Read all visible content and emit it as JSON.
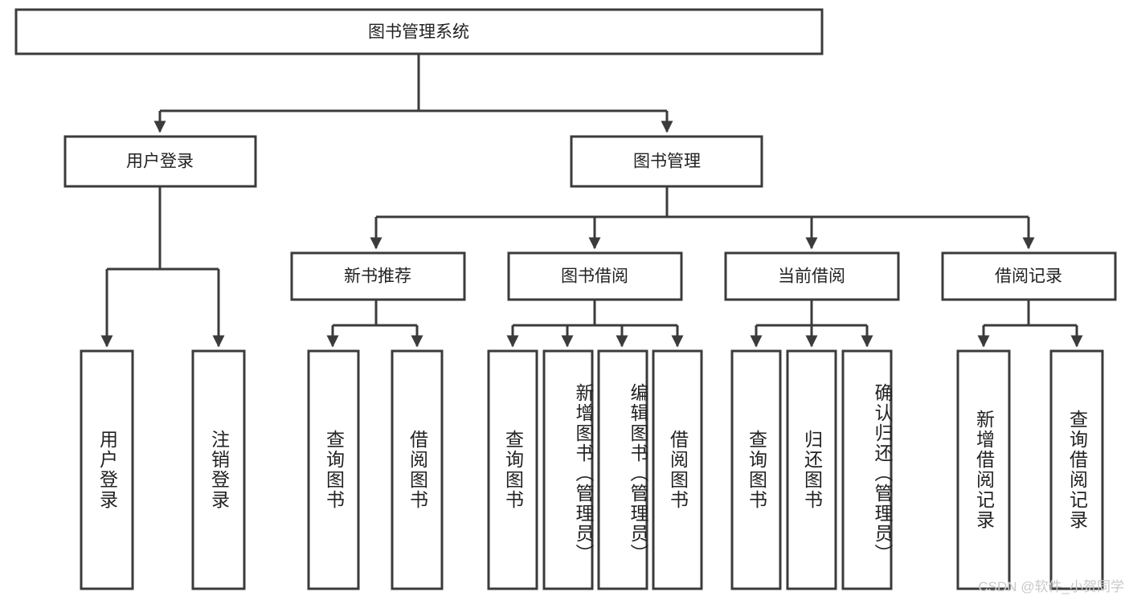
{
  "diagram": {
    "title": "图书管理系统",
    "type": "tree",
    "root": {
      "label": "图书管理系统"
    },
    "level2": [
      {
        "label": "用户登录"
      },
      {
        "label": "图书管理"
      }
    ],
    "level3": [
      {
        "label": "新书推荐"
      },
      {
        "label": "图书借阅"
      },
      {
        "label": "当前借阅"
      },
      {
        "label": "借阅记录"
      }
    ],
    "leaves": {
      "user_login": [
        {
          "label": "用户登录"
        },
        {
          "label": "注销登录"
        }
      ],
      "new_book_recommend": [
        {
          "label": "查询图书"
        },
        {
          "label": "借阅图书"
        }
      ],
      "book_borrow": [
        {
          "label": "查询图书"
        },
        {
          "label": "新增图书（管理员）"
        },
        {
          "label": "编辑图书（管理员）"
        },
        {
          "label": "借阅图书"
        }
      ],
      "current_borrow": [
        {
          "label": "查询图书"
        },
        {
          "label": "归还图书"
        },
        {
          "label": "确认归还（管理员）"
        }
      ],
      "borrow_record": [
        {
          "label": "新增借阅记录"
        },
        {
          "label": "查询借阅记录"
        }
      ]
    }
  },
  "watermark": {
    "text": "CSDN @软件_小贺同学"
  },
  "colors": {
    "stroke": "#3b3b3b",
    "fill": "#ffffff",
    "text": "#222222",
    "watermark": "#c9c9c9",
    "background": "#ffffff"
  }
}
